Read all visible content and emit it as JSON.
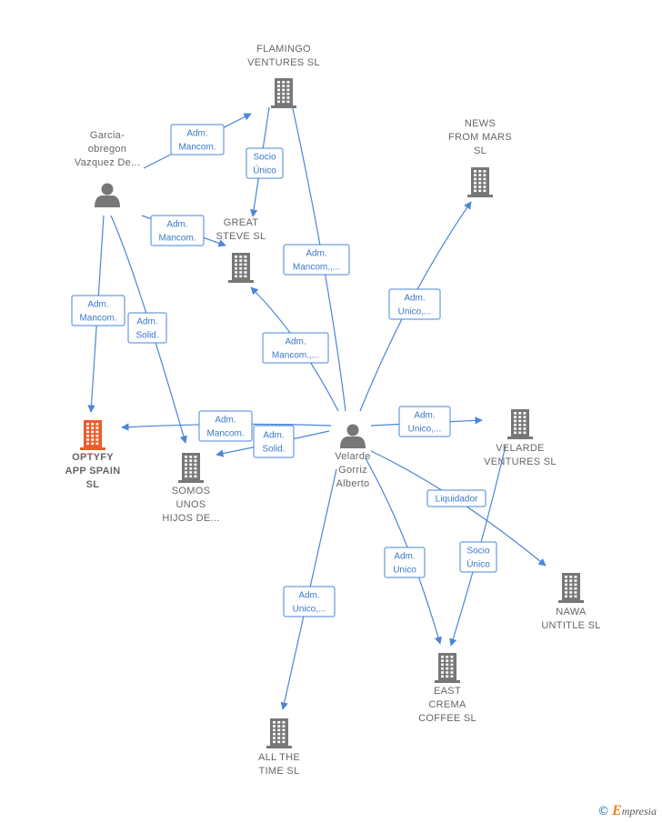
{
  "colors": {
    "edge": "#4a86d8",
    "building": "#777777",
    "highlight": "#ee5a2a",
    "person": "#777777",
    "label": "#666666"
  },
  "nodes": [
    {
      "id": "flamingo",
      "kind": "company",
      "lines": [
        "FLAMINGO",
        "VENTURES  SL"
      ]
    },
    {
      "id": "garcia",
      "kind": "person",
      "lines": [
        "Garcia-",
        "obregon",
        "Vazquez De..."
      ]
    },
    {
      "id": "news",
      "kind": "company",
      "lines": [
        "NEWS",
        "FROM MARS",
        "SL"
      ]
    },
    {
      "id": "great",
      "kind": "company",
      "lines": [
        "GREAT",
        "STEVE  SL"
      ]
    },
    {
      "id": "optyfy",
      "kind": "company-main",
      "lines": [
        "OPTYFY",
        "APP  SPAIN",
        "SL"
      ]
    },
    {
      "id": "somos",
      "kind": "company",
      "lines": [
        "SOMOS",
        "UNOS",
        "HIJOS DE..."
      ]
    },
    {
      "id": "velarde",
      "kind": "person",
      "lines": [
        "Velarde",
        "Gorriz",
        "Alberto"
      ]
    },
    {
      "id": "velardeventures",
      "kind": "company",
      "lines": [
        "VELARDE",
        "VENTURES  SL"
      ]
    },
    {
      "id": "nawa",
      "kind": "company",
      "lines": [
        "NAWA",
        "UNTITLE SL"
      ]
    },
    {
      "id": "east",
      "kind": "company",
      "lines": [
        "EAST",
        "CREMA",
        "COFFEE  SL"
      ]
    },
    {
      "id": "allthe",
      "kind": "company",
      "lines": [
        "ALL THE",
        "TIME  SL"
      ]
    }
  ],
  "edges": [
    {
      "id": "e1",
      "lines": [
        "Adm.",
        "Mancom."
      ]
    },
    {
      "id": "e2",
      "lines": [
        "Socio",
        "Único"
      ]
    },
    {
      "id": "e3",
      "lines": [
        "Adm.",
        "Mancom."
      ]
    },
    {
      "id": "e4",
      "lines": [
        "Adm.",
        "Mancom."
      ]
    },
    {
      "id": "e5",
      "lines": [
        "Adm.",
        "Solid."
      ]
    },
    {
      "id": "e6",
      "lines": [
        "Adm.",
        "Mancom.,..."
      ]
    },
    {
      "id": "e7",
      "lines": [
        "Adm.",
        "Unico,..."
      ]
    },
    {
      "id": "e8",
      "lines": [
        "Adm.",
        "Mancom.,..."
      ]
    },
    {
      "id": "e9",
      "lines": [
        "Adm.",
        "Mancom."
      ]
    },
    {
      "id": "e10",
      "lines": [
        "Adm.",
        "Solid."
      ]
    },
    {
      "id": "e11",
      "lines": [
        "Adm.",
        "Unico,..."
      ]
    },
    {
      "id": "e12",
      "lines": [
        "Liquidador"
      ]
    },
    {
      "id": "e13",
      "lines": [
        "Socio",
        "Único"
      ]
    },
    {
      "id": "e14",
      "lines": [
        "Adm.",
        "Unico"
      ]
    },
    {
      "id": "e15",
      "lines": [
        "Adm.",
        "Unico,..."
      ]
    }
  ],
  "footer": {
    "copyright": "©",
    "brand_initial": "E",
    "brand_rest": "mpresia"
  }
}
